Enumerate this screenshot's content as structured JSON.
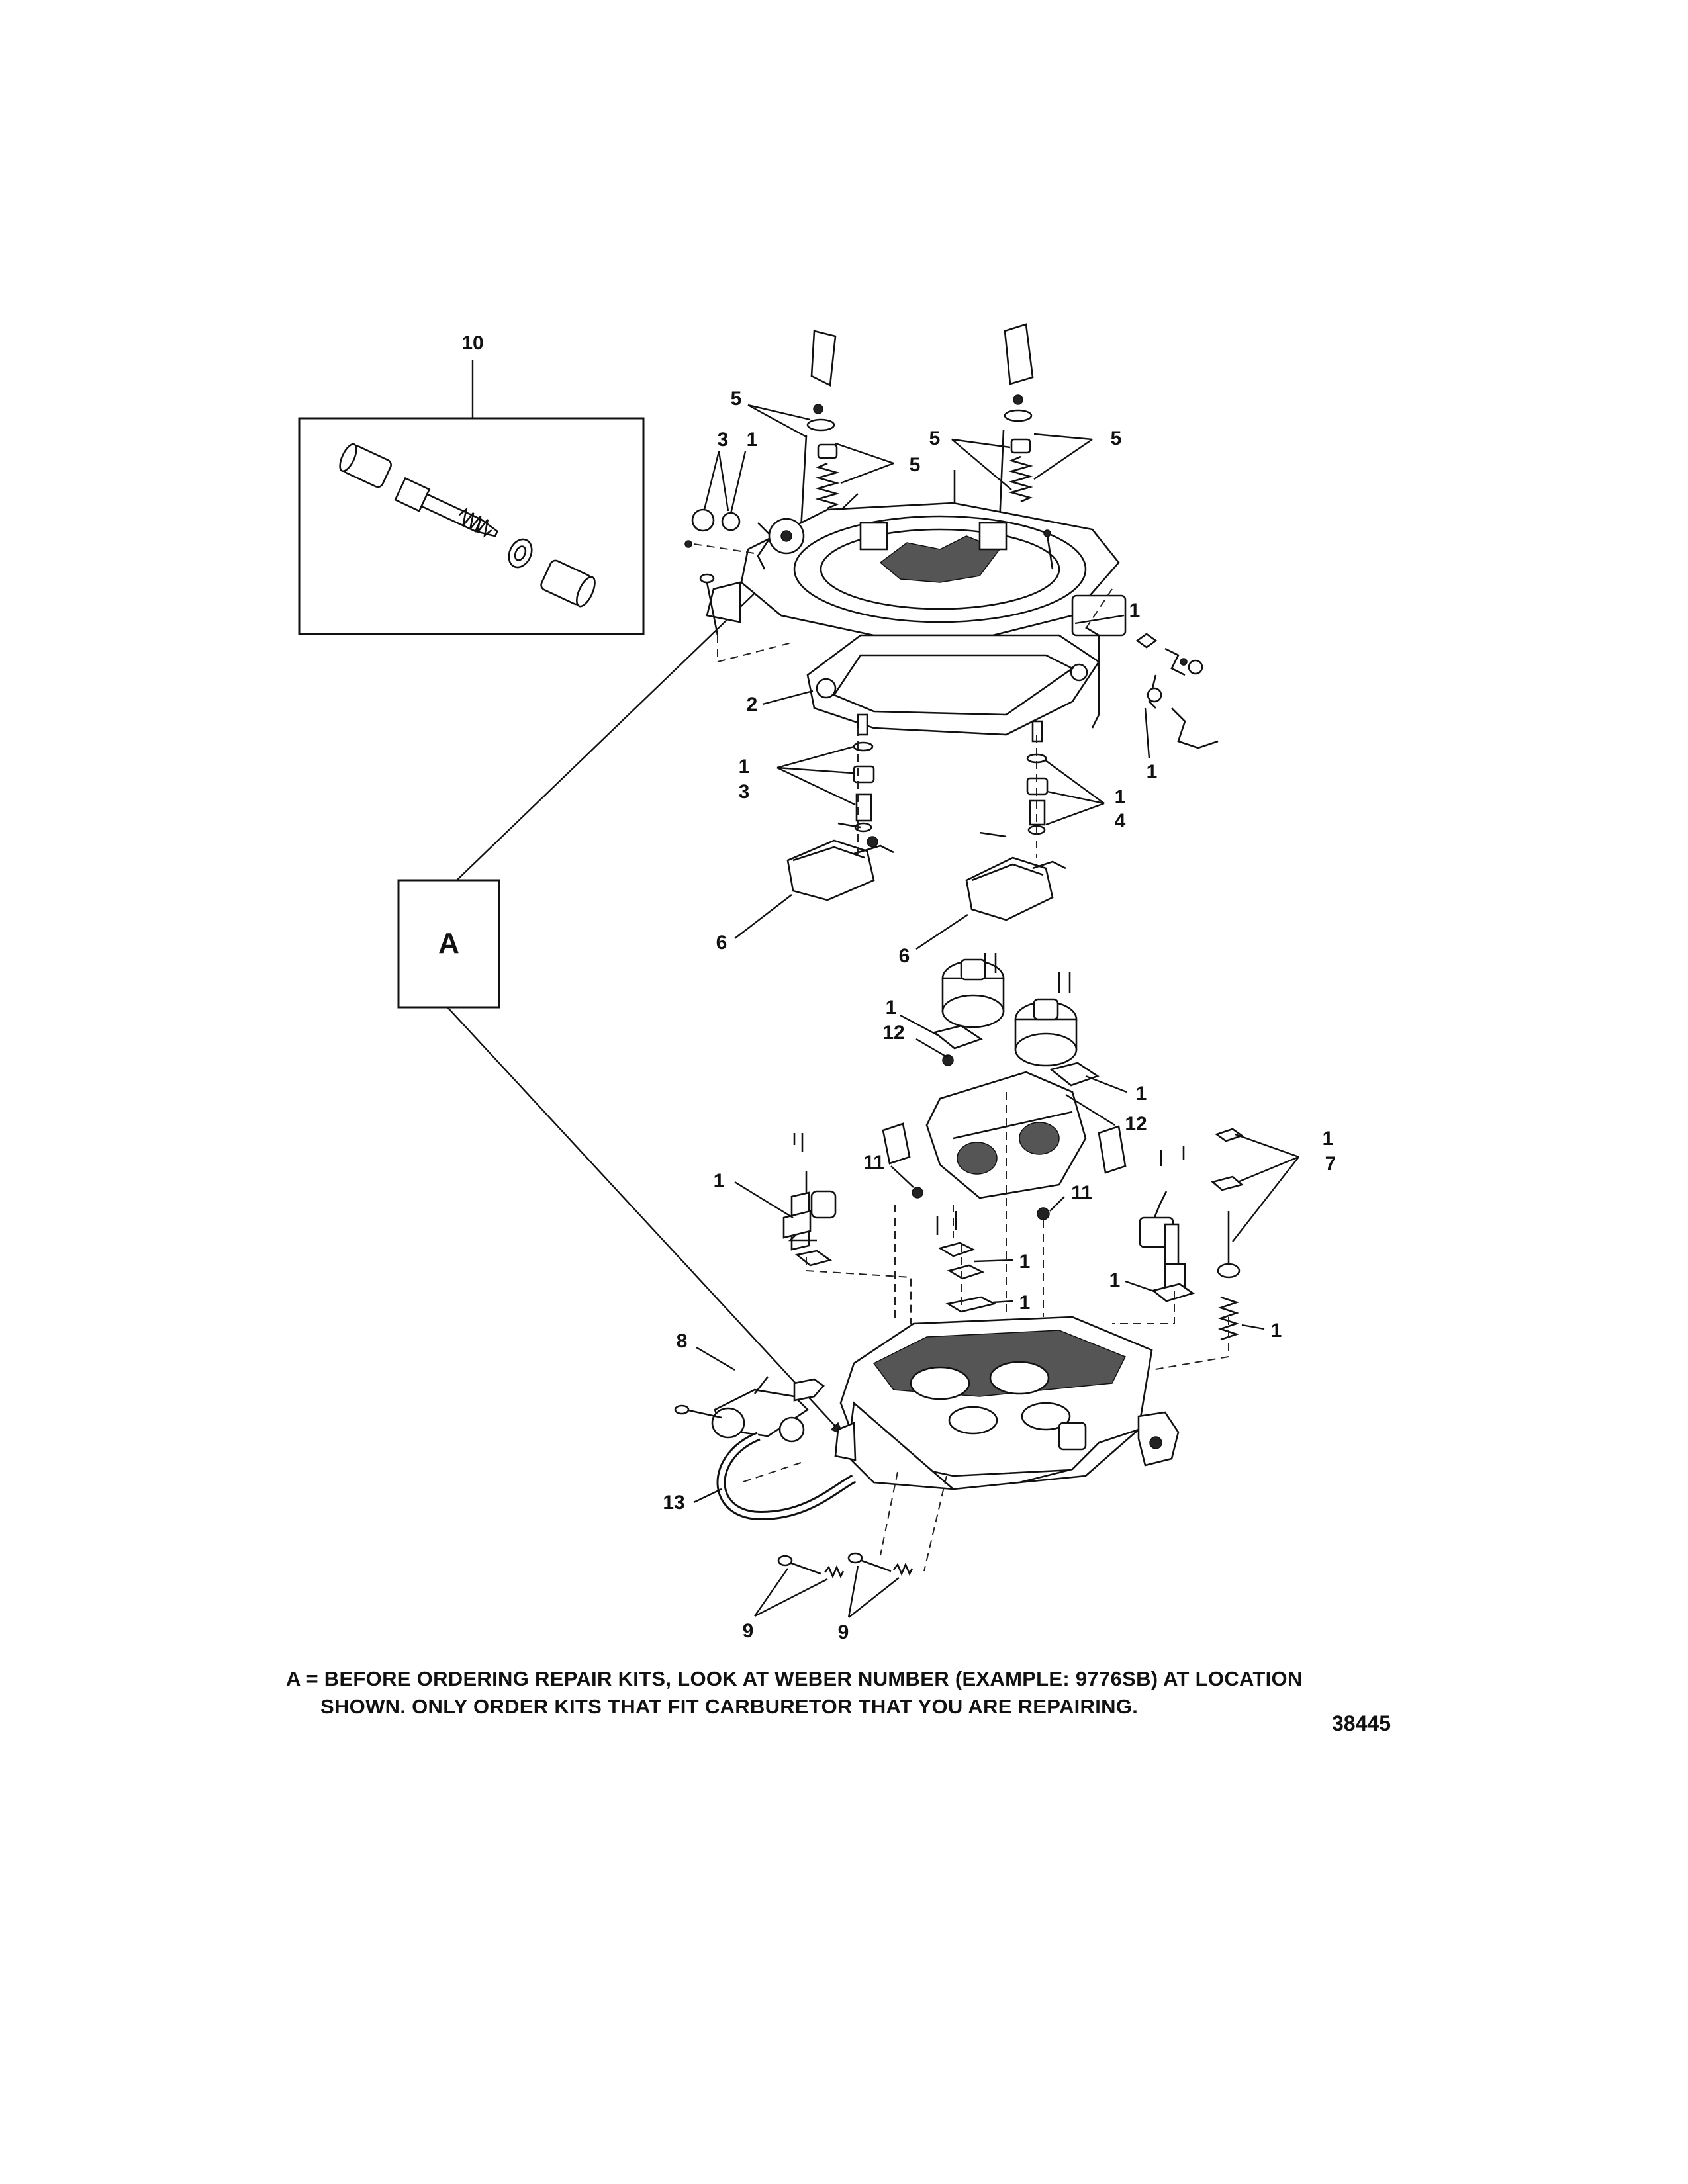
{
  "callouts": {
    "c10": "10",
    "c5a": "5",
    "c3a": "3",
    "c1a": "1",
    "c5b": "5",
    "c5c": "5",
    "c5d": "5",
    "c1b": "1",
    "c2": "2",
    "c1c": "1",
    "c1d": "1",
    "c3b": "3",
    "c1e": "1",
    "c4": "4",
    "c6a": "6",
    "c6b": "6",
    "c1f": "1",
    "c12a": "12",
    "c1g": "1",
    "c12b": "12",
    "c1h": "1",
    "c7": "7",
    "c11a": "11",
    "c1i": "1",
    "c11b": "11",
    "c1j": "1",
    "c1k": "1",
    "c1l": "1",
    "c1m": "1",
    "c8": "8",
    "c13": "13",
    "c9a": "9",
    "c9b": "9"
  },
  "box_a_label": "A",
  "note": {
    "line1": "A = BEFORE ORDERING REPAIR KITS, LOOK AT WEBER NUMBER (EXAMPLE:  9776SB) AT LOCATION",
    "line2": "SHOWN.  ONLY ORDER KITS THAT FIT CARBURETOR THAT YOU ARE REPAIRING."
  },
  "figure_number": "38445"
}
